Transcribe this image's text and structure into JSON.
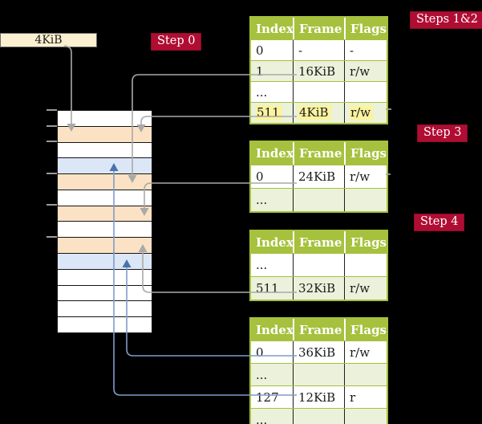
{
  "colors": {
    "background": "#000000",
    "table_header_green": "#a6c13d",
    "table_border_green": "#a6c13d",
    "table_row_green": "#ebf1db",
    "frame_orange": "#fce2c4",
    "frame_blue": "#dbe7f6",
    "highlight_yellow": "#faf3a0",
    "badge_red": "#b00d33",
    "box_cream": "#fbf0d0",
    "arrow_gray": "#a9a9a9",
    "arrow_blue_line": "#7e9cca",
    "arrow_blue_head": "#4b72ac",
    "text_dark": "#1a1a1a"
  },
  "pointer_box": {
    "label": "4KiB"
  },
  "step_badges": {
    "step0": "Step 0",
    "steps12": "Steps 1&2",
    "step3": "Step 3",
    "step4": "Step 4"
  },
  "physical_memory": {
    "rows": [
      "white",
      "orange",
      "white",
      "blue",
      "orange",
      "white",
      "orange",
      "white",
      "orange",
      "blue",
      "white",
      "white",
      "white",
      "white"
    ],
    "tick_rows": [
      0,
      1,
      2,
      4,
      6,
      8
    ]
  },
  "page_tables": [
    {
      "id": "page-table-steps-1-2",
      "headers": [
        "Index",
        "Frame",
        "Flags"
      ],
      "rows": [
        {
          "cells": [
            "0",
            "-",
            "-"
          ],
          "shaded": false,
          "highlight": false
        },
        {
          "cells": [
            "1",
            "16KiB",
            "r/w"
          ],
          "shaded": true,
          "highlight": false
        },
        {
          "cells": [
            "...",
            "",
            ""
          ],
          "shaded": false,
          "highlight": false
        },
        {
          "cells": [
            "511",
            "4KiB",
            "r/w"
          ],
          "shaded": true,
          "highlight": true
        }
      ]
    },
    {
      "id": "page-table-step-3",
      "headers": [
        "Index",
        "Frame",
        "Flags"
      ],
      "rows": [
        {
          "cells": [
            "0",
            "24KiB",
            "r/w"
          ],
          "shaded": false,
          "highlight": false
        },
        {
          "cells": [
            "...",
            "",
            ""
          ],
          "shaded": true,
          "highlight": false
        }
      ]
    },
    {
      "id": "page-table-step-4",
      "headers": [
        "Index",
        "Frame",
        "Flags"
      ],
      "rows": [
        {
          "cells": [
            "...",
            "",
            ""
          ],
          "shaded": false,
          "highlight": false
        },
        {
          "cells": [
            "511",
            "32KiB",
            "r/w"
          ],
          "shaded": true,
          "highlight": false
        }
      ]
    },
    {
      "id": "page-table-final",
      "headers": [
        "Index",
        "Frame",
        "Flags"
      ],
      "rows": [
        {
          "cells": [
            "0",
            "36KiB",
            "r/w"
          ],
          "shaded": false,
          "highlight": false
        },
        {
          "cells": [
            "...",
            "",
            ""
          ],
          "shaded": true,
          "highlight": false
        },
        {
          "cells": [
            "127",
            "12KiB",
            "r"
          ],
          "shaded": false,
          "highlight": false
        },
        {
          "cells": [
            "...",
            "",
            ""
          ],
          "shaded": true,
          "highlight": false
        }
      ]
    }
  ]
}
